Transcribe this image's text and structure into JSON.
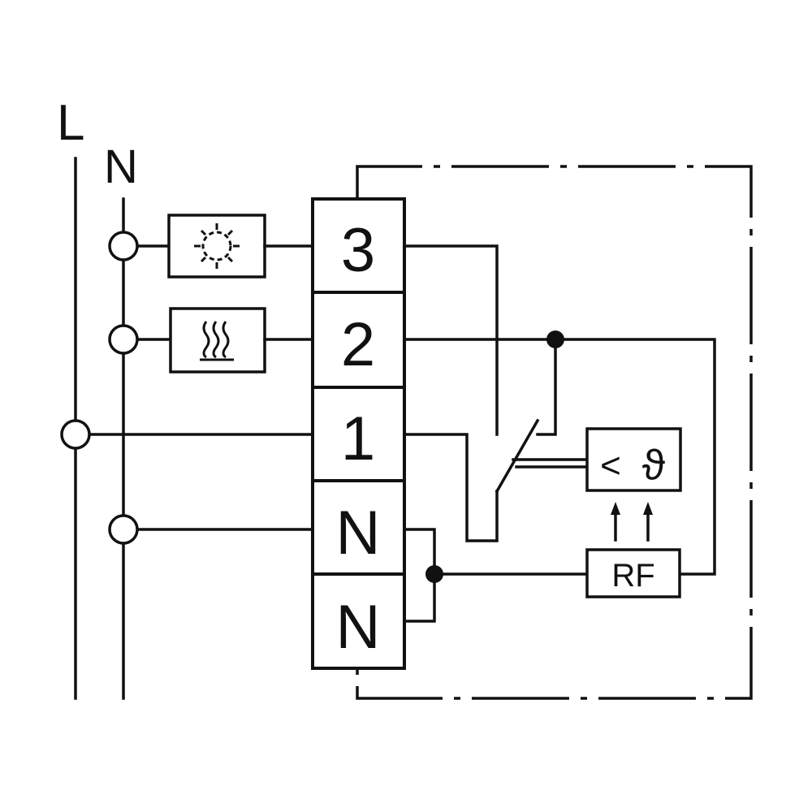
{
  "supply": {
    "line_label": "L",
    "neutral_label": "N"
  },
  "terminal_block": {
    "terminals": [
      {
        "id": "3",
        "label": "3"
      },
      {
        "id": "2",
        "label": "2"
      },
      {
        "id": "1",
        "label": "1"
      },
      {
        "id": "n1",
        "label": "N"
      },
      {
        "id": "n2",
        "label": "N"
      }
    ]
  },
  "loads": [
    {
      "icon": "snowflake-icon",
      "terminal": "3"
    },
    {
      "icon": "heater-icon",
      "terminal": "2"
    }
  ],
  "thermostat_sensor": {
    "label_lt": "<",
    "label_theta": "ϑ"
  },
  "rf_module": {
    "label": "RF"
  },
  "colors": {
    "ink": "#111111",
    "background": "#ffffff"
  }
}
